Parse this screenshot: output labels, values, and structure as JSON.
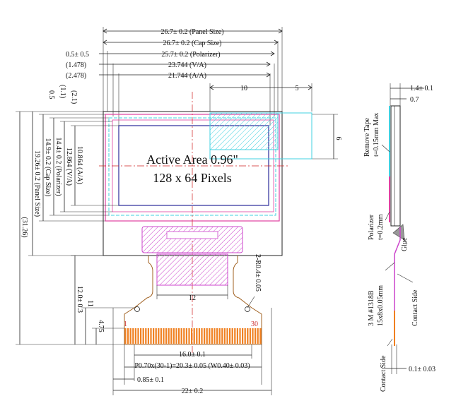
{
  "top_dimensions": {
    "panel_size": "26.7± 0.2 (Panel Size)",
    "cap_size": "26.7± 0.2 (Cap Size)",
    "polarizer_offset": "0.5± 0.5",
    "polarizer": "25.7± 0.2 (Polarizer)",
    "va_offset": "(1.478)",
    "va": "23.744 (V/A)",
    "aa_offset": "(2.478)",
    "aa": "21.744 (A/A)",
    "dim_10": "10",
    "dim_5": "5",
    "dim_6": "6"
  },
  "left_dimensions": {
    "d_05": "0.5",
    "d_11": "(1.1)",
    "d_21": "(2.1)",
    "aa_h": "10.864 (A/A)",
    "va_h": "12.864 (V/A)",
    "polarizer_h": "14.4± 0.2 (Polarizer)",
    "cap_h": "14.9± 0.2 (Cap Size)",
    "panel_h": "19.26± 0.2 (Panel Size)",
    "total_h": "(31.26)",
    "fpc_12": "12.0± 0.3",
    "fpc_11": "11",
    "fpc_475": "4.75"
  },
  "center_labels": {
    "active_area": "Active Area 0.96\"",
    "pixels": "128 x 64 Pixels",
    "fpc_width_12": "12",
    "radius": "2-R0.4± 0.05",
    "pin_first": "1",
    "pin_last": "30"
  },
  "bottom_dimensions": {
    "width_16": "16.0± 0.1",
    "pitch": "P0.70x(30-1)=20.3± 0.05 (W0.40± 0.03)",
    "edge": "0.85± 0.1",
    "width_22": "22± 0.2"
  },
  "side_view": {
    "d_14": "1.4± 0.1",
    "d_07": "0.7",
    "remove_tape_1": "Remove Tape",
    "remove_tape_2": "t=0.15mm Max",
    "polarizer_1": "Polarizer",
    "polarizer_2": "t=0.2mm",
    "glue": "Glue",
    "tape_1": "3 M #1318B",
    "tape_2": "15x8x0.05mm",
    "contact_side_1": "Contact Side",
    "contact_side_2": "Contact Side",
    "d_01": "0.1± 0.03"
  },
  "colors": {
    "outline": "#222222",
    "polarizer": "#e040a0",
    "fpc_pink": "#cc44cc",
    "cyan": "#40d0e0",
    "active_area": "#2a2a9a",
    "pins": "#f08020",
    "center_line": "#d02020",
    "pin_label": "#cc3030"
  }
}
